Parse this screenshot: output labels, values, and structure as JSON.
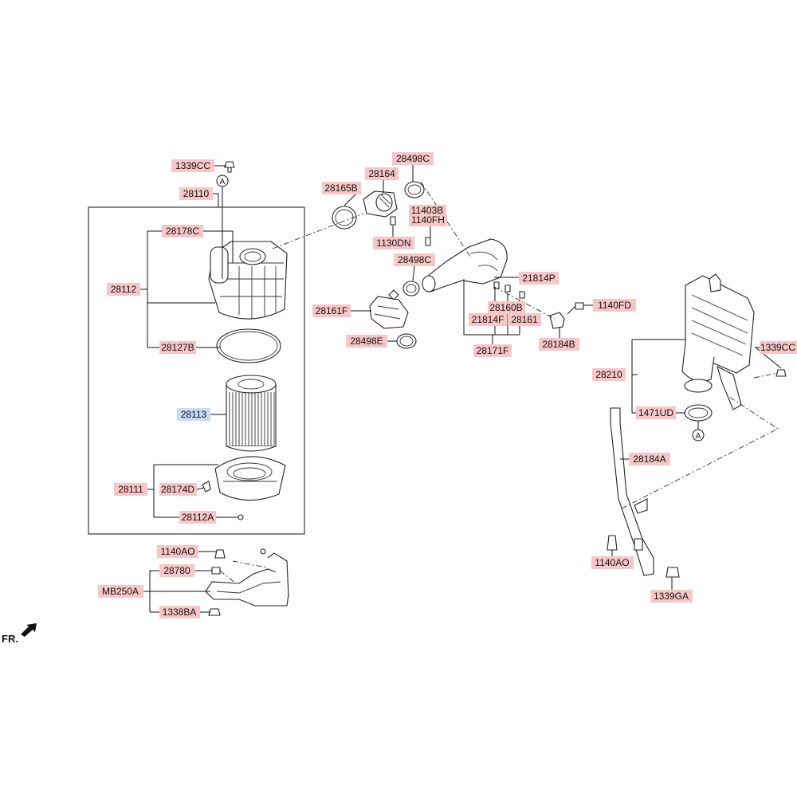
{
  "colors": {
    "label_bg": "#f8c6c6",
    "label_highlight_bg": "#c8dcf6",
    "line": "#111111"
  },
  "orientation_label": "FR.",
  "callout_letter": "A",
  "labels": [
    {
      "id": "l1339CC_top",
      "text": "1339CC"
    },
    {
      "id": "l28110",
      "text": "28110"
    },
    {
      "id": "l28178C",
      "text": "28178C"
    },
    {
      "id": "l28112",
      "text": "28112"
    },
    {
      "id": "l28127B",
      "text": "28127B"
    },
    {
      "id": "l28113",
      "text": "28113",
      "highlight": true
    },
    {
      "id": "l28111",
      "text": "28111"
    },
    {
      "id": "l28174D",
      "text": "28174D"
    },
    {
      "id": "l28112A",
      "text": "28112A"
    },
    {
      "id": "l1140AO_l",
      "text": "1140AO"
    },
    {
      "id": "l28780",
      "text": "28780"
    },
    {
      "id": "lMB250A",
      "text": "MB250A"
    },
    {
      "id": "l1338BA",
      "text": "1338BA"
    },
    {
      "id": "l28498C_top",
      "text": "28498C"
    },
    {
      "id": "l28164",
      "text": "28164"
    },
    {
      "id": "l28165B",
      "text": "28165B"
    },
    {
      "id": "l11403B",
      "text": "11403B"
    },
    {
      "id": "l1140FH",
      "text": "1140FH"
    },
    {
      "id": "l1130DN",
      "text": "1130DN"
    },
    {
      "id": "l28498C_mid",
      "text": "28498C"
    },
    {
      "id": "l21814P",
      "text": "21814P"
    },
    {
      "id": "l28161F",
      "text": "28161F"
    },
    {
      "id": "l28160B",
      "text": "28160B"
    },
    {
      "id": "l21814F",
      "text": "21814F"
    },
    {
      "id": "l28161",
      "text": "28161"
    },
    {
      "id": "l28498E",
      "text": "28498E"
    },
    {
      "id": "l28171F",
      "text": "28171F"
    },
    {
      "id": "l1140FD",
      "text": "1140FD"
    },
    {
      "id": "l28184B",
      "text": "28184B"
    },
    {
      "id": "l1339CC_r",
      "text": "1339CC"
    },
    {
      "id": "l28210",
      "text": "28210"
    },
    {
      "id": "l1471UD",
      "text": "1471UD"
    },
    {
      "id": "l28184A",
      "text": "28184A"
    },
    {
      "id": "l1140AO_r",
      "text": "1140AO"
    },
    {
      "id": "l1339GA",
      "text": "1339GA"
    }
  ]
}
